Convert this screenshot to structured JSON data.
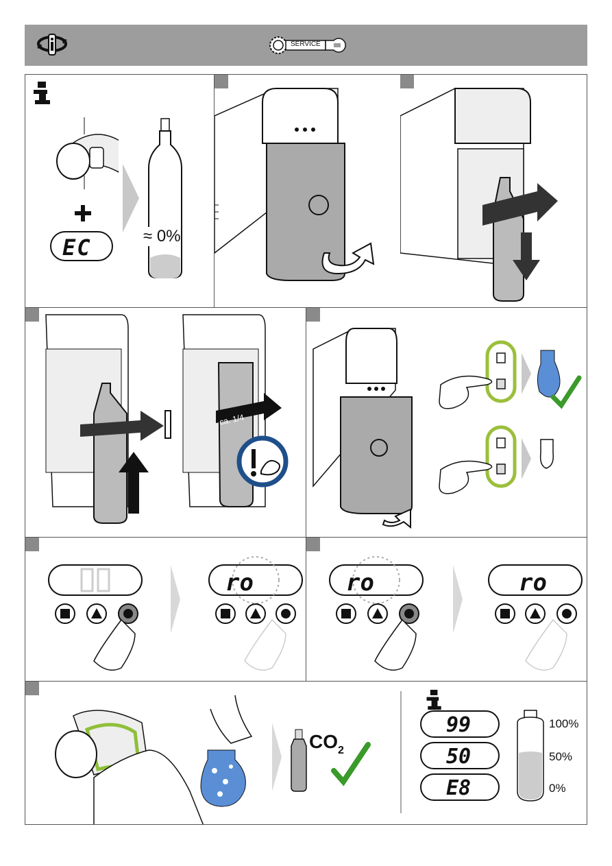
{
  "header": {
    "service_label": "SERVICE",
    "colors": {
      "band": "#9d9d9d",
      "step_marker": "#8a8a8a"
    },
    "icons": [
      "info-rotate-icon",
      "service-gear-wrench-icon"
    ]
  },
  "panel_info": {
    "display_code": "EC",
    "bottle_level": "≈ 0%"
  },
  "panel_4": {
    "collar_label": "ca. 1/4"
  },
  "panel_6": {
    "display_text": "ro"
  },
  "panel_7": {
    "display_text_left": "ro",
    "display_text_right": "ro"
  },
  "panel_8": {
    "co2_label": "CO",
    "co2_subscript": "2"
  },
  "level_info": {
    "rows": [
      {
        "display": "99",
        "level": "100%"
      },
      {
        "display": "50",
        "level": "50%"
      },
      {
        "display": "E8",
        "level": "0%"
      }
    ]
  },
  "colors": {
    "check": "#3a9a2a",
    "water": "#5a8fd6",
    "ring": "#8fbf3a"
  }
}
